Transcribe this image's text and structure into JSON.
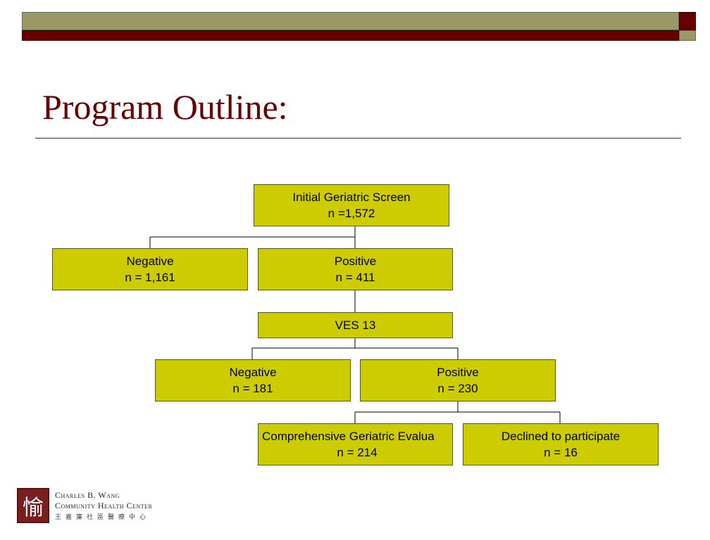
{
  "slide": {
    "title": "Program Outline:"
  },
  "flowchart": {
    "initial": {
      "line1": "Initial Geriatric Screen",
      "line2": "n =1,572"
    },
    "screen_negative": {
      "line1": "Negative",
      "line2": "n = 1,161"
    },
    "screen_positive": {
      "line1": "Positive",
      "line2": "n = 411"
    },
    "ves": {
      "line1": "VES 13"
    },
    "ves_negative": {
      "line1": "Negative",
      "line2": "n = 181"
    },
    "ves_positive": {
      "line1": "Positive",
      "line2": "n = 230"
    },
    "comprehensive": {
      "line1": "Comprehensive Geriatric Evalua",
      "line2": "n = 214"
    },
    "declined": {
      "line1": "Declined to participate",
      "line2": "n = 16"
    }
  },
  "logo": {
    "mark": "愉",
    "name_line1": "Charles B. Wang",
    "name_line2": "Community Health Center",
    "chinese_name": "王嘉廉社區醫療中心"
  },
  "colors": {
    "title": "#660000",
    "header_olive": "#999966",
    "header_red": "#660000",
    "box_fill": "#cccc00"
  }
}
